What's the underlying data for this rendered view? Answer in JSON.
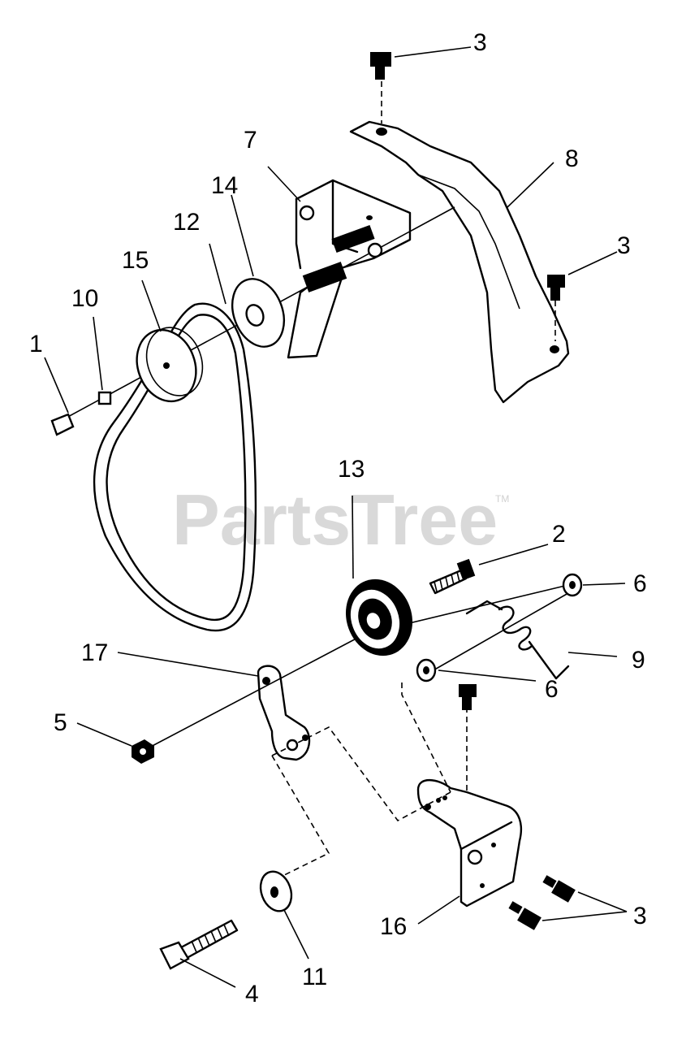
{
  "watermark": {
    "text": "PartsTree",
    "trademark": "TM"
  },
  "callouts": [
    {
      "id": "c-3-top",
      "text": "3"
    },
    {
      "id": "c-7",
      "text": "7"
    },
    {
      "id": "c-8",
      "text": "8"
    },
    {
      "id": "c-14",
      "text": "14"
    },
    {
      "id": "c-12",
      "text": "12"
    },
    {
      "id": "c-15",
      "text": "15"
    },
    {
      "id": "c-3-right",
      "text": "3"
    },
    {
      "id": "c-10",
      "text": "10"
    },
    {
      "id": "c-1",
      "text": "1"
    },
    {
      "id": "c-13",
      "text": "13"
    },
    {
      "id": "c-2",
      "text": "2"
    },
    {
      "id": "c-6-top",
      "text": "6"
    },
    {
      "id": "c-9",
      "text": "9"
    },
    {
      "id": "c-17",
      "text": "17"
    },
    {
      "id": "c-6-mid",
      "text": "6"
    },
    {
      "id": "c-5",
      "text": "5"
    },
    {
      "id": "c-16",
      "text": "16"
    },
    {
      "id": "c-3-bottom",
      "text": "3"
    },
    {
      "id": "c-4",
      "text": "4"
    },
    {
      "id": "c-11",
      "text": "11"
    }
  ]
}
